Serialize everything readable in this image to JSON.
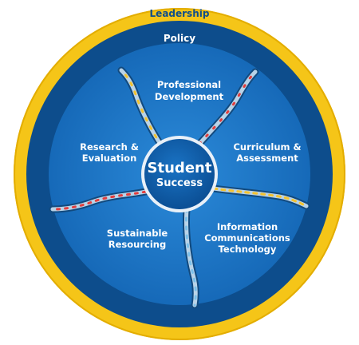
{
  "diagram": {
    "outer_ring": {
      "label": "Leadership",
      "color": "#f5c518"
    },
    "middle_ring": {
      "label": "Policy",
      "color": "#0d4d8c"
    },
    "center": {
      "title": "Student",
      "subtitle": "Success",
      "color": "#0a5aa8"
    },
    "segments": [
      {
        "line1": "Professional",
        "line2": "Development",
        "line3": ""
      },
      {
        "line1": "Curriculum &",
        "line2": "Assessment",
        "line3": ""
      },
      {
        "line1": "Information",
        "line2": "Communications",
        "line3": "Technology"
      },
      {
        "line1": "Sustainable",
        "line2": "Resourcing",
        "line3": ""
      },
      {
        "line1": "Research &",
        "line2": "Evaluation",
        "line3": ""
      }
    ],
    "colors": {
      "inner_field": "#1f77c9",
      "divider_dark": "#124a7e",
      "divider_light": "#b9d3e8",
      "accent_stripes": [
        "#f2c230",
        "#e23e3e",
        "#7cc0ea",
        "#f7f7f7"
      ]
    }
  }
}
